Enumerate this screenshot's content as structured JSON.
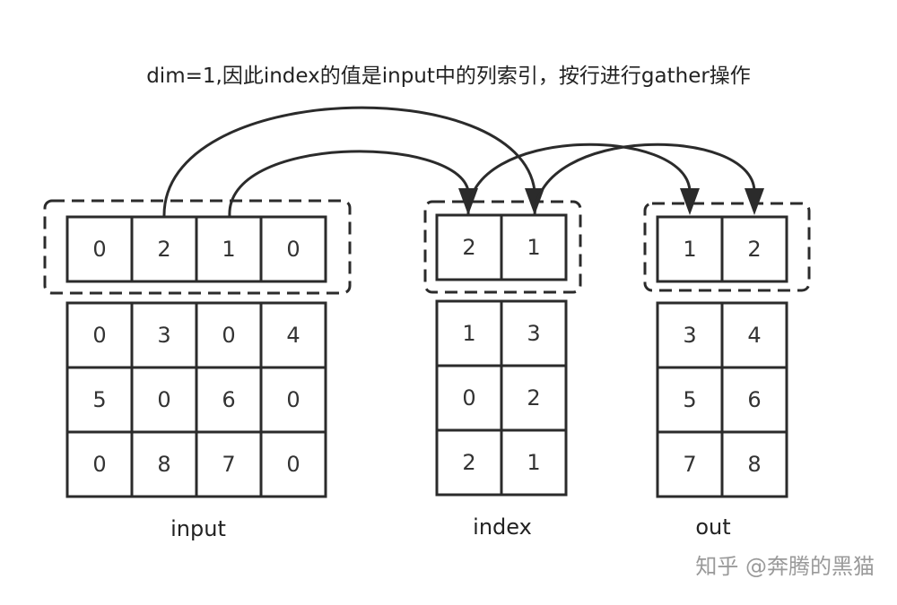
{
  "title": "dim=1,因此index的值是input中的列索引，按行进行gather操作",
  "input": {
    "label": "input",
    "values": [
      [
        "0",
        "2",
        "1",
        "0"
      ],
      [
        "0",
        "3",
        "0",
        "4"
      ],
      [
        "5",
        "0",
        "6",
        "0"
      ],
      [
        "0",
        "8",
        "7",
        "0"
      ]
    ]
  },
  "index": {
    "label": "index",
    "values": [
      [
        "2",
        "1"
      ],
      [
        "1",
        "3"
      ],
      [
        "0",
        "2"
      ],
      [
        "2",
        "1"
      ]
    ]
  },
  "out": {
    "label": "out",
    "values": [
      [
        "1",
        "2"
      ],
      [
        "3",
        "4"
      ],
      [
        "5",
        "6"
      ],
      [
        "7",
        "8"
      ]
    ]
  },
  "watermark": "知乎 @奔腾的黑猫"
}
